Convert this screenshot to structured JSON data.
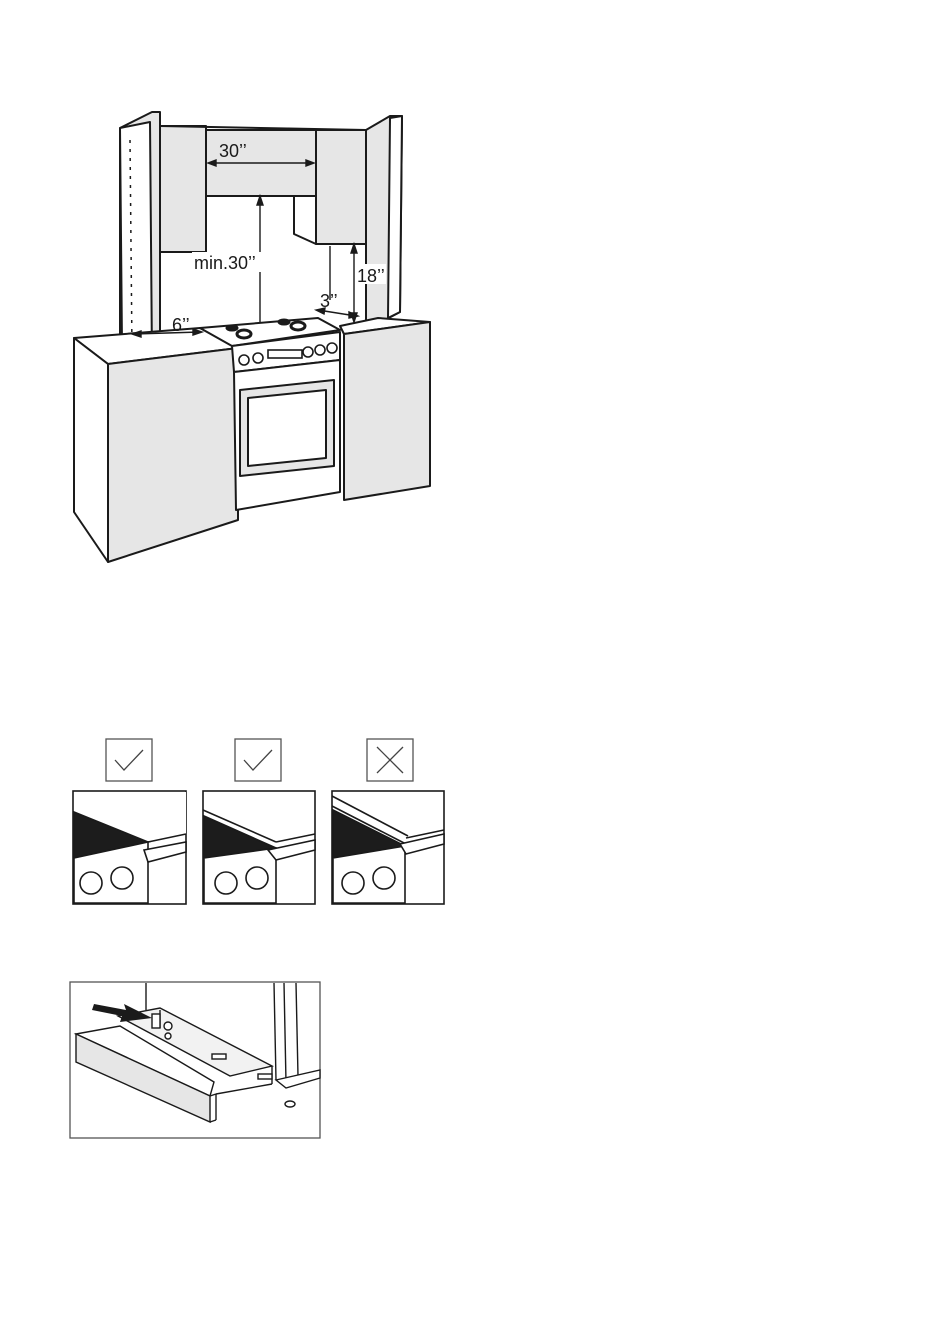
{
  "installation_diagram": {
    "dim_hood_width": "30’’",
    "dim_min_height": "min.30’’",
    "dim_side_clearance": "6’’",
    "dim_back_clearance": "3’’",
    "dim_cabinet_height": "18’’"
  },
  "alignment_examples": [
    {
      "mark": "check",
      "status": "correct"
    },
    {
      "mark": "check",
      "status": "correct"
    },
    {
      "mark": "cross",
      "status": "incorrect"
    }
  ],
  "drawer_diagram": {
    "arrow": "arrow-push-icon"
  },
  "colors": {
    "panel_fill": "#e6e6e6",
    "stroke": "#1a1a1a",
    "dark_worktop": "#1c1c1c"
  }
}
